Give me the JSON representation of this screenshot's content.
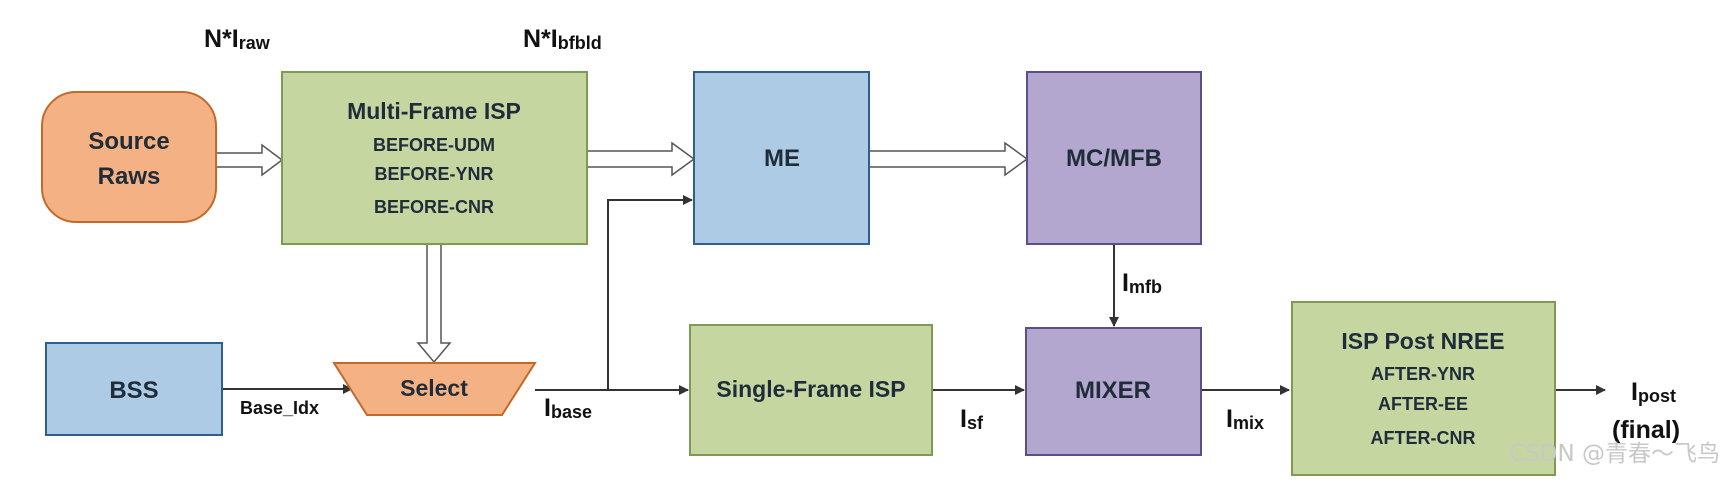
{
  "colors": {
    "green_fill": "#c5d6a1",
    "green_stroke": "#7f9a53",
    "blue_fill": "#aecbe6",
    "blue_stroke": "#2f5f8e",
    "purple_fill": "#b3a7cf",
    "purple_stroke": "#5e4d8c",
    "orange_fill": "#f4b183",
    "orange_stroke": "#c26a2a"
  },
  "nodes": {
    "source_raws": {
      "line1": "Source",
      "line2": "Raws"
    },
    "multi_frame_isp": {
      "title": "Multi-Frame ISP",
      "items": [
        "BEFORE-UDM",
        "BEFORE-YNR",
        "BEFORE-CNR"
      ]
    },
    "me": {
      "label": "ME"
    },
    "mc_mfb": {
      "label": "MC/MFB"
    },
    "bss": {
      "label": "BSS"
    },
    "select": {
      "label": "Select"
    },
    "single_frame_isp": {
      "label": "Single-Frame ISP"
    },
    "mixer": {
      "label": "MIXER"
    },
    "isp_post": {
      "title": "ISP Post NREE",
      "items": [
        "AFTER-YNR",
        "AFTER-EE",
        "AFTER-CNR"
      ]
    }
  },
  "labels": {
    "n_iraw_prefix": "N*I",
    "n_iraw_sub": "raw",
    "n_ibfbld_prefix": "N*I",
    "n_ibfbld_sub": "bfbld",
    "imfb_prefix": "I",
    "imfb_sub": "mfb",
    "base_idx": "Base_Idx",
    "ibase_prefix": "I",
    "ibase_sub": "base",
    "isf_prefix": "I",
    "isf_sub": "sf",
    "imix_prefix": "I",
    "imix_sub": "mix",
    "ipost_prefix": "I",
    "ipost_sub": "post",
    "final": "(final)"
  },
  "watermark": "CSDN @青春～飞鸟"
}
